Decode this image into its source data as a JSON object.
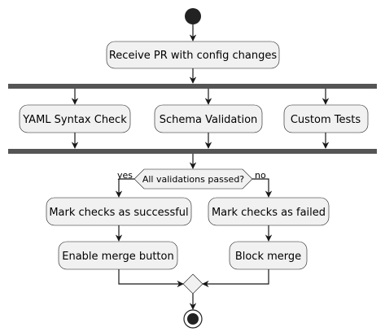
{
  "diagram": {
    "start": "",
    "receive": "Receive PR with config changes",
    "checks": {
      "yaml": "YAML Syntax Check",
      "schema": "Schema Validation",
      "custom": "Custom Tests"
    },
    "decision": {
      "question": "All validations passed?",
      "yes_label": "yes",
      "no_label": "no"
    },
    "yes_branch": {
      "mark": "Mark checks as successful",
      "enable": "Enable merge button"
    },
    "no_branch": {
      "mark": "Mark checks as failed",
      "block": "Block merge"
    }
  }
}
